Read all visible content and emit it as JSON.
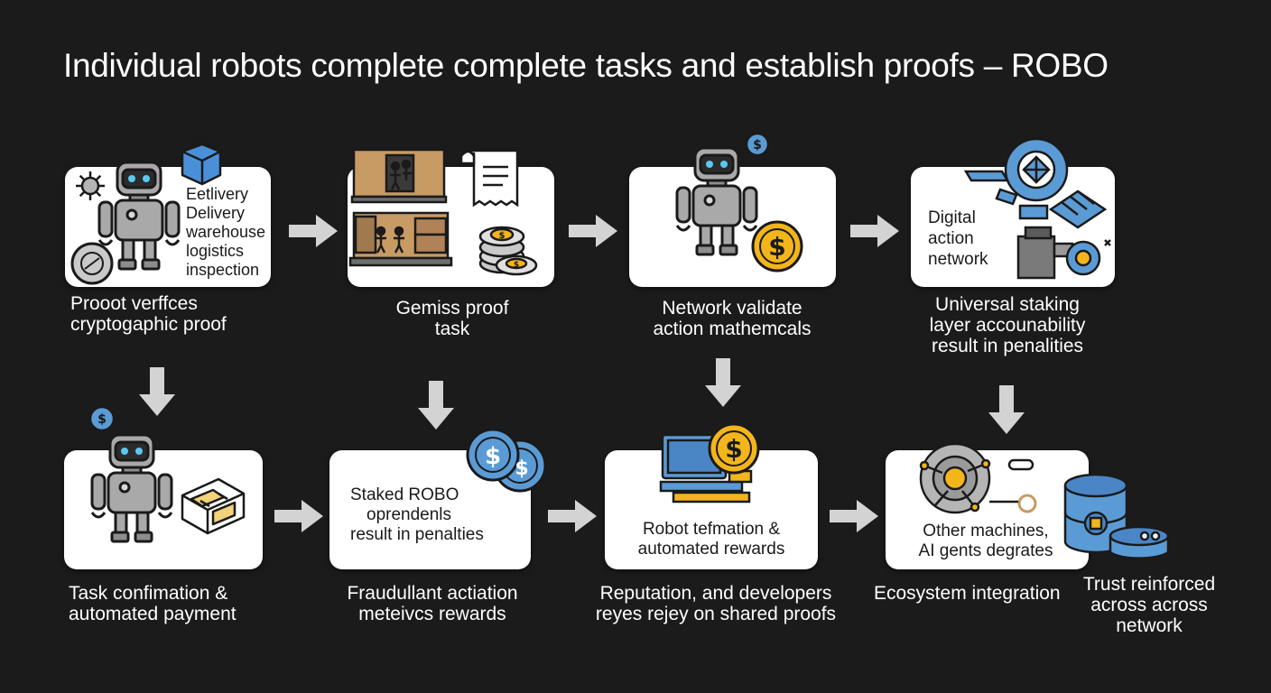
{
  "title": "Individual robots complete complete tasks and establish proofs – ROBO",
  "colors": {
    "background": "#1b1b1b",
    "card": "#ffffff",
    "arrow": "#d3d3d3",
    "accent_blue": "#5b9bd5",
    "accent_gold": "#f2b51c",
    "robot_gray": "#a9a9a9"
  },
  "steps": [
    {
      "card_lines": [
        "Eetlivery",
        "Delivery",
        "warehouse",
        "logistics",
        "inspection"
      ],
      "caption_lines": [
        "Prooot verffces",
        "cryptogaphic proof"
      ],
      "icons": [
        "robot-icon",
        "gear-icon",
        "package-icon",
        "coin-icon"
      ]
    },
    {
      "card_lines": [],
      "caption_lines": [
        "Gemiss proof",
        "task"
      ],
      "icons": [
        "warehouse-shelves-icon",
        "receipt-icon",
        "coin-stack-icon"
      ]
    },
    {
      "card_lines": [],
      "caption_lines": [
        "Network validate",
        "action mathemcals"
      ],
      "icons": [
        "robot-icon",
        "dollar-coin-icon",
        "small-coin-icon"
      ]
    },
    {
      "card_lines": [
        "Digital",
        "action",
        "network"
      ],
      "caption_lines": [
        "Universal staking",
        "layer accounability",
        "result in penalities"
      ],
      "icons": [
        "network-nodes-icon",
        "server-icon"
      ]
    },
    {
      "card_lines": [],
      "caption_lines": [
        "Task confimation &",
        "automated payment"
      ],
      "icons": [
        "robot-icon",
        "small-coin-icon",
        "package-icon"
      ]
    },
    {
      "card_lines": [
        "Staked ROBO",
        "oprendenls",
        "result in penalties"
      ],
      "caption_lines": [
        "Fraudullant actiation",
        "meteivcs rewards"
      ],
      "icons": [
        "dollar-coins-icon"
      ]
    },
    {
      "card_lines": [
        "Robot tefmation &",
        "automated rewards"
      ],
      "caption_lines": [
        "Reputation,  and developers",
        "reyes rejey on shared proofs"
      ],
      "icons": [
        "computer-icon",
        "dollar-coin-icon"
      ]
    },
    {
      "card_lines": [
        "Other machines,",
        "AI gents degrates"
      ],
      "caption_lines": [
        "Ecosystem integration"
      ],
      "icons": [
        "network-globe-icon",
        "database-icon"
      ]
    }
  ],
  "extra_caption": [
    "Trust reinforced",
    "across across",
    "network"
  ]
}
